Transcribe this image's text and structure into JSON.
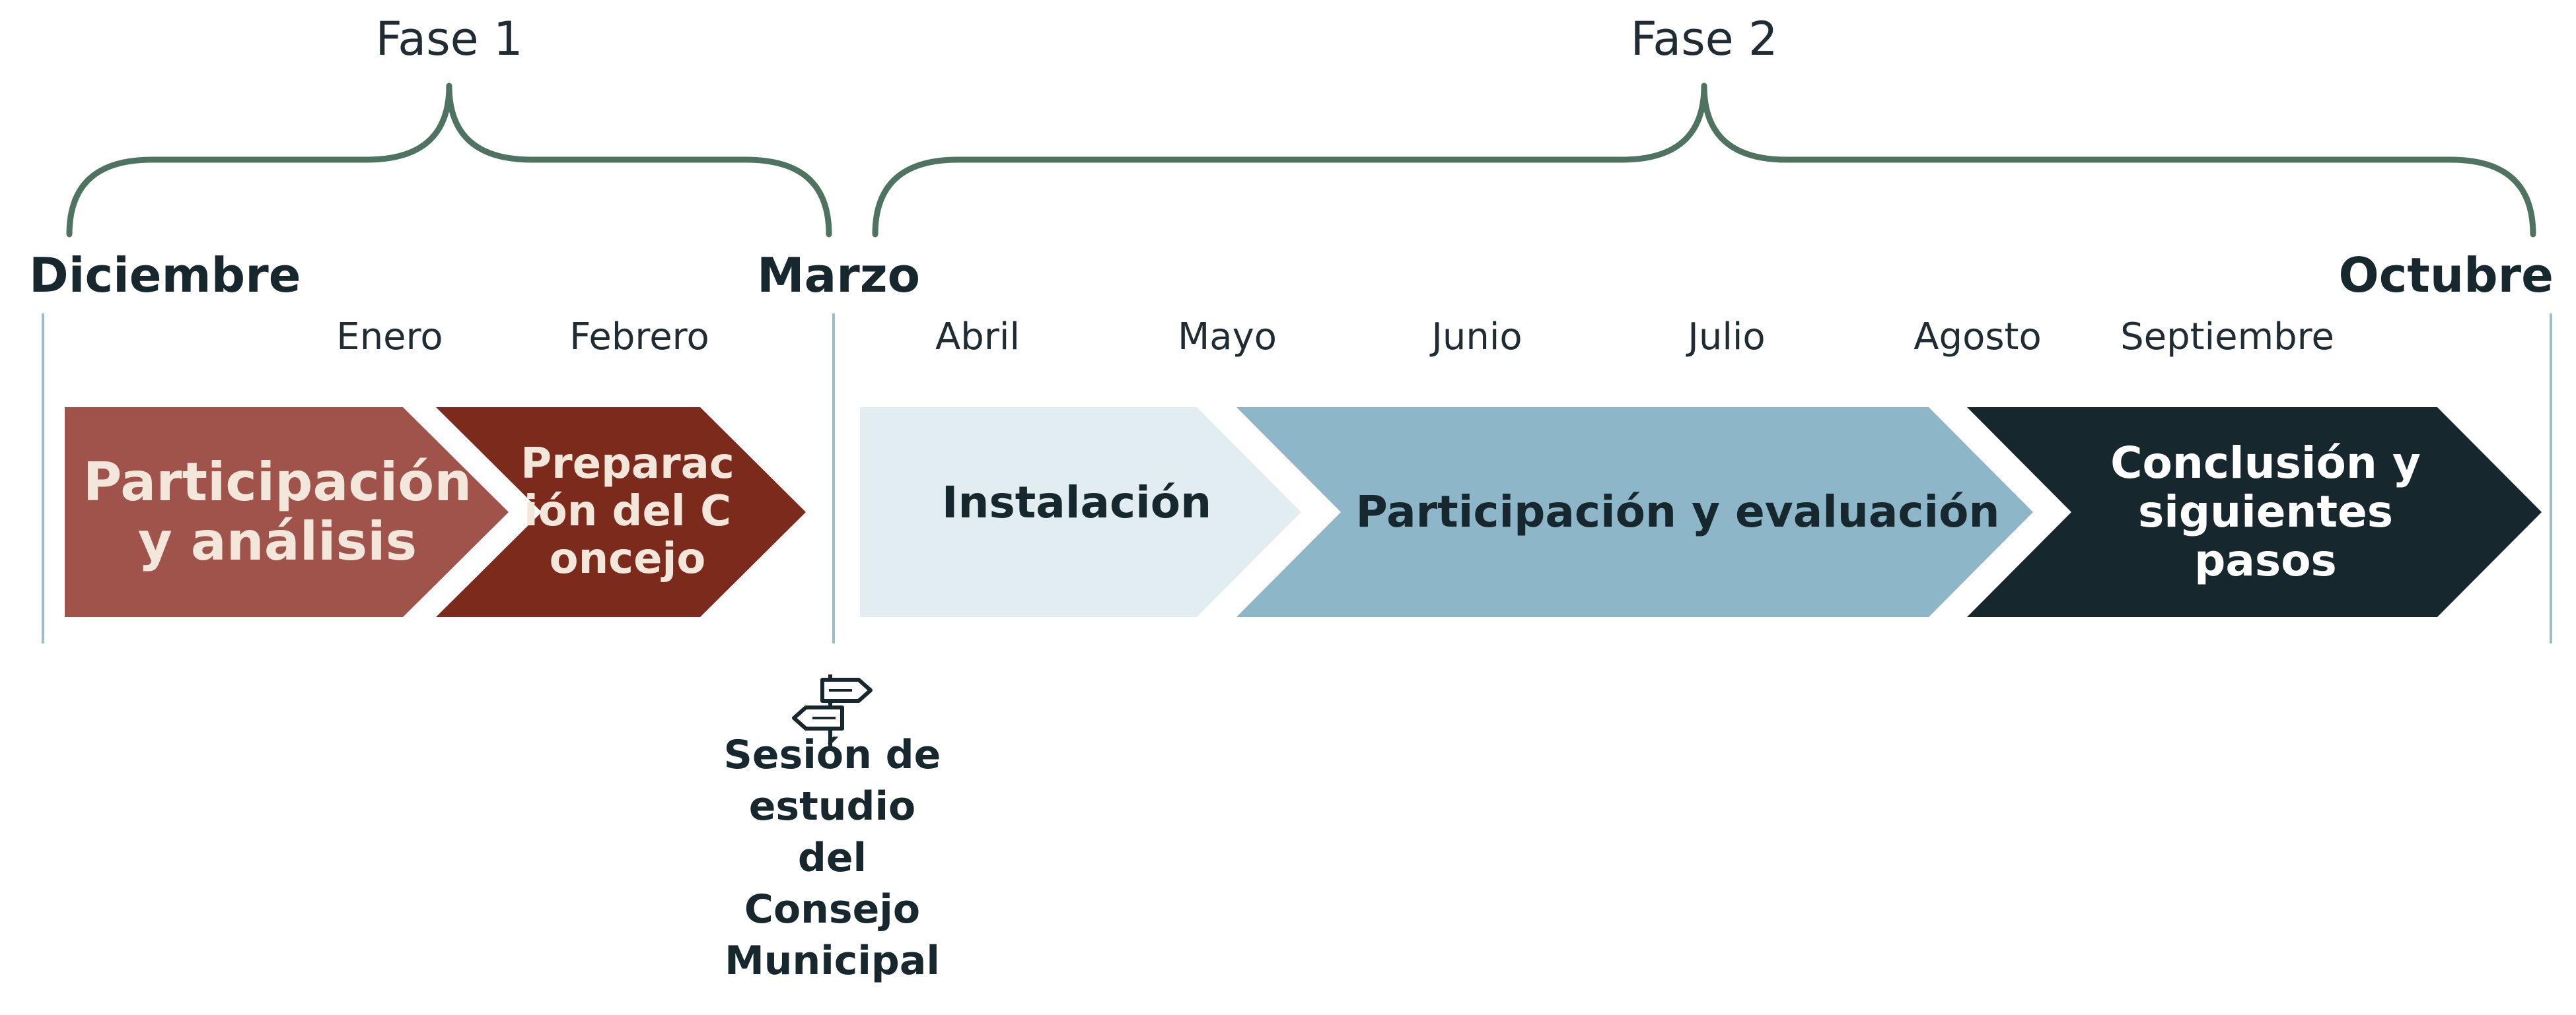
{
  "phases": [
    {
      "label": "Fase 1"
    },
    {
      "label": "Fase 2"
    }
  ],
  "months_major": {
    "start": "Diciembre",
    "middle": "Marzo",
    "end": "Octubre"
  },
  "months_minor": [
    "Enero",
    "Febrero",
    "Abril",
    "Mayo",
    "Junio",
    "Julio",
    "Agosto",
    "Septiembre"
  ],
  "stages": [
    {
      "label": "Participación y análisis",
      "color": "#a0534a",
      "text_color": "#f3e6da"
    },
    {
      "label": "Preparación del Concejo",
      "color": "#7b2a1c",
      "text_color": "#f3e6da"
    },
    {
      "label": "Instalación",
      "color": "#e2edf2",
      "text_color": "#17272e"
    },
    {
      "label": "Participación y evaluación",
      "color": "#8db6c8",
      "text_color": "#17272e"
    },
    {
      "label": "Conclusión y siguientes pasos",
      "color": "#17272e",
      "text_color": "#ffffff"
    }
  ],
  "event": {
    "icon": "signpost-icon",
    "label": "Sesión de estudio del Consejo Municipal"
  },
  "colors": {
    "brace": "#4e7360",
    "divider": "#9dbccb"
  }
}
